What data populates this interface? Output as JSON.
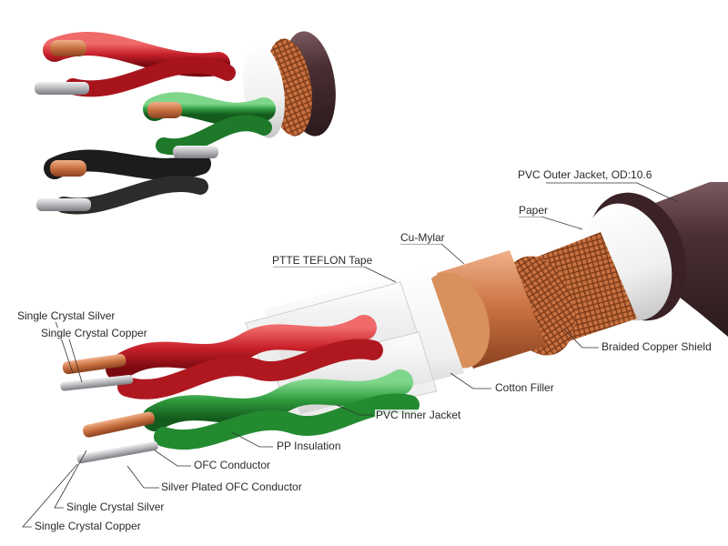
{
  "labels": {
    "outer_jacket": "PVC Outer Jacket, OD:10.6",
    "paper": "Paper",
    "cu_mylar": "Cu-Mylar",
    "ptte_teflon": "PTTE TEFLON Tape",
    "braided_shield": "Braided Copper Shield",
    "cotton_filler": "Cotton Filler",
    "pvc_inner_jacket": "PVC Inner Jacket",
    "pp_insulation": "PP Insulation",
    "ofc_conductor": "OFC Conductor",
    "silver_plated_ofc": "Silver Plated OFC Conductor",
    "single_crystal_silver_top": "Single Crystal Silver",
    "single_crystal_copper_top": "Single Crystal Copper",
    "single_crystal_silver_bottom": "Single Crystal Silver",
    "single_crystal_copper_bottom": "Single Crystal Copper"
  },
  "colors": {
    "outer_jacket": "#4a2f33",
    "copper": "#c8703f",
    "red_insulation": "#c8202a",
    "green_insulation": "#2e9a3c",
    "black_insulation": "#1c1c1c",
    "silver": "#b8b8bc",
    "white_filler": "#f4f4f4"
  }
}
